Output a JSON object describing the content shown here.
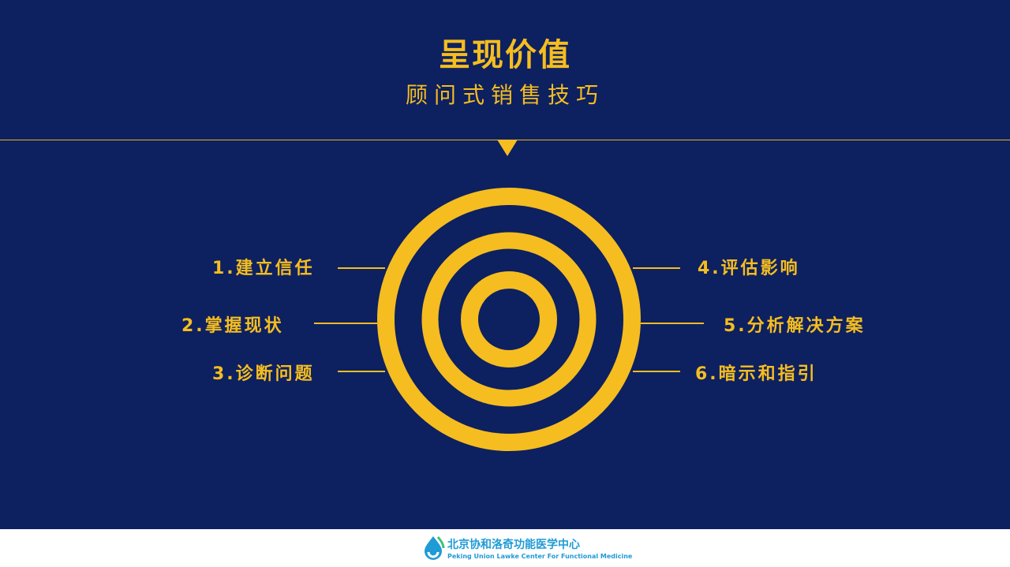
{
  "header": {
    "title": "呈现价值",
    "subtitle": "顾问式销售技巧"
  },
  "left_items": [
    {
      "label": "1.建立信任"
    },
    {
      "label": "2.掌握现状"
    },
    {
      "label": "3.诊断问题"
    }
  ],
  "right_items": [
    {
      "label": "4.评估影响"
    },
    {
      "label": "5.分析解决方案"
    },
    {
      "label": "6.暗示和指引"
    }
  ],
  "footer": {
    "logo_name": "北京协和洛奇功能医学中心",
    "logo_english": "Peking Union Lawke Center For Functional Medicine"
  },
  "colors": {
    "background": "#0d2060",
    "accent": "#f5bd1f",
    "footer_background": "#ffffff",
    "logo_blue": "#1f9bd6"
  },
  "icons": {
    "target": "concentric-rings-icon",
    "pointer": "down-triangle-icon",
    "logo": "water-drop-logo-icon"
  }
}
